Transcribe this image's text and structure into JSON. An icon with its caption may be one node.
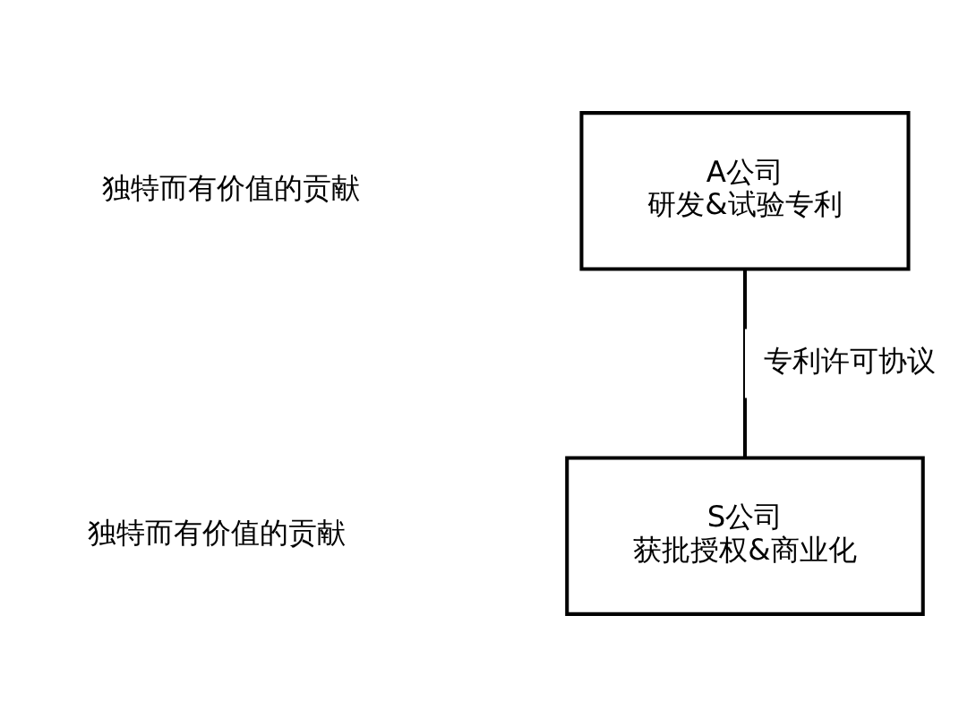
{
  "diagram": {
    "nodes": [
      {
        "text": [
          "A公司",
          "研发&试验专利"
        ]
      },
      {
        "text": [
          "S公司",
          "获批授权&商业化"
        ]
      }
    ],
    "edges": [
      {
        "from": 0,
        "to": 1,
        "arrow": "none",
        "label": "专利许可协议"
      }
    ],
    "labels": [
      "独特而有价值的贡献",
      "独特而有价值的贡献"
    ]
  }
}
